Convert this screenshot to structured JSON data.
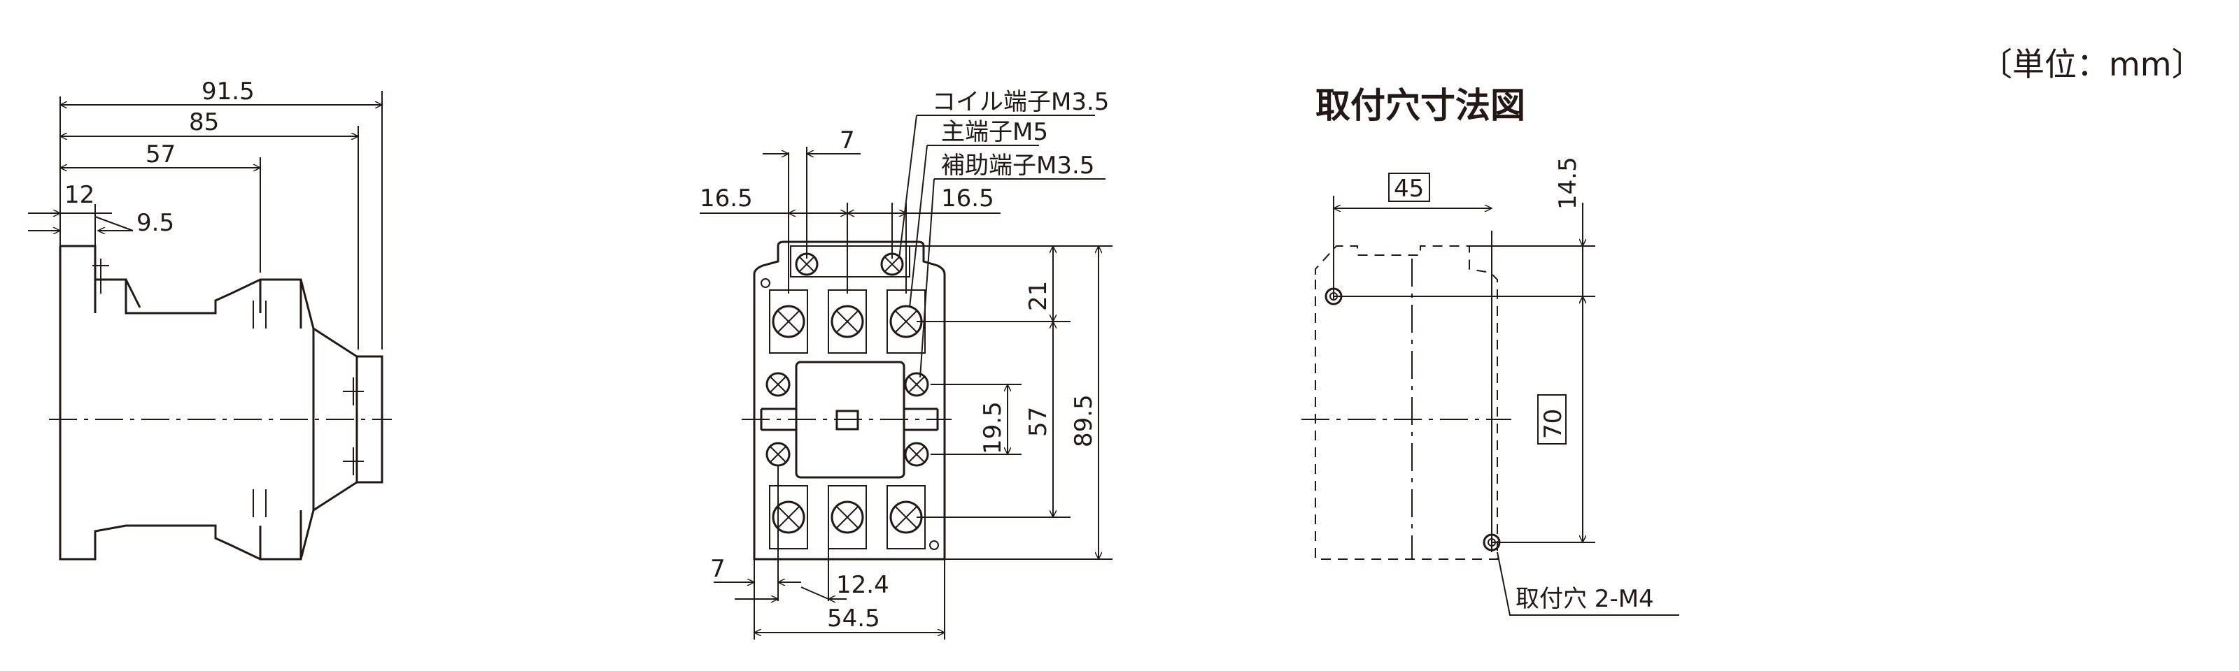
{
  "unit_label": "〔単位：mm〕",
  "side_view": {
    "dims": [
      "91.5",
      "85",
      "57",
      "12",
      "9.5"
    ]
  },
  "front_view": {
    "terminal_labels": [
      "コイル端子M3.5",
      "主端子M5",
      "補助端子M3.5"
    ],
    "dims": {
      "top_pitch": "7",
      "left_offset": "16.5",
      "right_offset": "16.5",
      "height_21": "21",
      "height_19_5": "19.5",
      "height_57": "57",
      "height_89_5": "89.5",
      "bottom_7": "7",
      "bottom_12_4": "12.4",
      "width_54_5": "54.5"
    }
  },
  "mounting": {
    "title": "取付穴寸法図",
    "width": "45",
    "top_offset": "14.5",
    "hole_pitch": "70",
    "hole_label": "取付穴 2-M4"
  },
  "colors": {
    "line": "#231815",
    "background": "#ffffff"
  }
}
